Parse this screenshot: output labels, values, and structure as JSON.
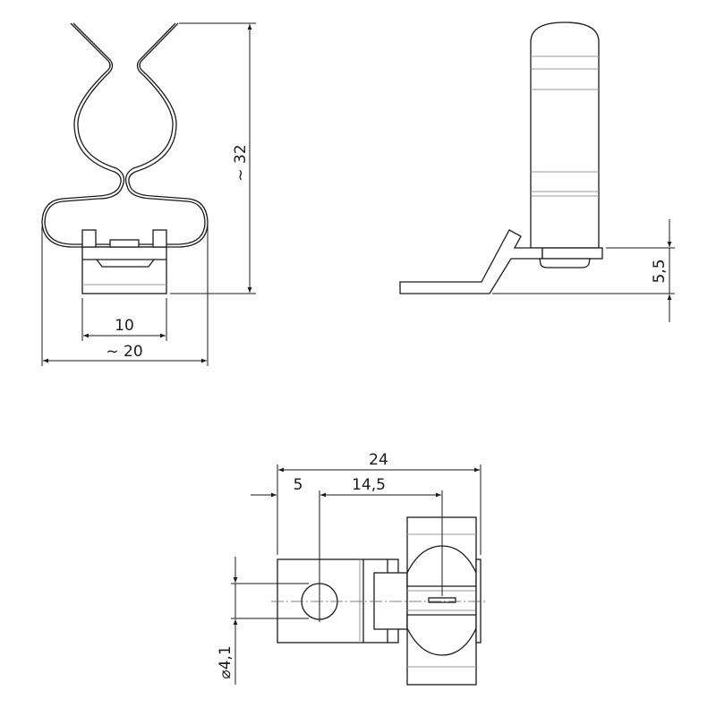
{
  "front_view": {
    "height_label": "~ 32",
    "base_width_label": "10",
    "overall_width_label": "~ 20"
  },
  "side_view": {
    "height_label": "5,5"
  },
  "top_view": {
    "length_label": "24",
    "hole_offset_label": "5",
    "center_distance_label": "14,5",
    "hole_diameter_label": "⌀4,1"
  },
  "colors": {
    "line": "#1a1a1a",
    "hidden": "#9a9a9a"
  }
}
